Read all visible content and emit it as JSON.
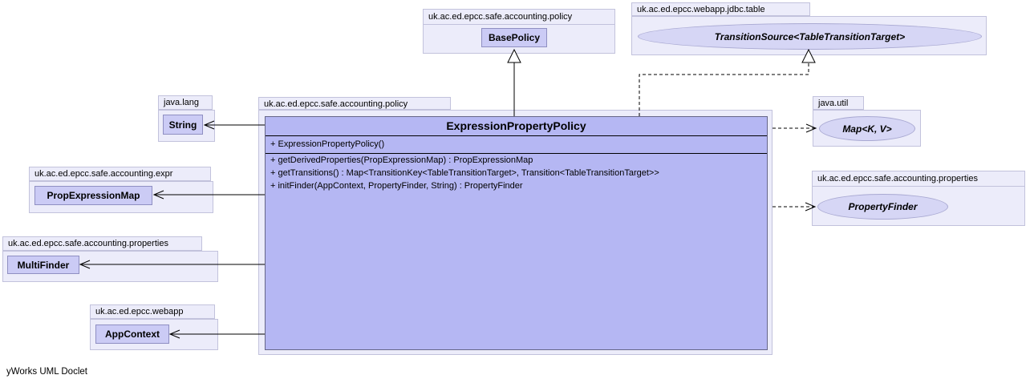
{
  "colors": {
    "pkgFill": "#ECECFA",
    "pkgBorder": "#C2C2DC",
    "clsFill": "#CBCBF5",
    "clsBorder": "#8F8FC2",
    "mainFill": "#B5B7F3",
    "mainBorder": "#666688",
    "ellipseFill": "#D6D6F5",
    "ellipseBorder": "#A9A9D2",
    "line": "#000000"
  },
  "packages": {
    "policyTop": {
      "name": "uk.ac.ed.epcc.safe.accounting.policy",
      "cls": "BasePolicy"
    },
    "jdbcTable": {
      "name": "uk.ac.ed.epcc.webapp.jdbc.table",
      "iface": "TransitionSource<TableTransitionTarget>"
    },
    "javaLang": {
      "name": "java.lang",
      "cls": "String"
    },
    "main": {
      "name": "uk.ac.ed.epcc.safe.accounting.policy",
      "cls": "ExpressionPropertyPolicy",
      "constructors": [
        "+ ExpressionPropertyPolicy()"
      ],
      "methods": [
        "+ getDerivedProperties(PropExpressionMap) : PropExpressionMap",
        "+ getTransitions() : Map<TransitionKey<TableTransitionTarget>, Transition<TableTransitionTarget>>",
        "+ initFinder(AppContext, PropertyFinder, String) : PropertyFinder"
      ]
    },
    "javaUtil": {
      "name": "java.util",
      "iface": "Map<K, V>"
    },
    "expr": {
      "name": "uk.ac.ed.epcc.safe.accounting.expr",
      "cls": "PropExpressionMap"
    },
    "propertiesLeft": {
      "name": "uk.ac.ed.epcc.safe.accounting.properties",
      "cls": "MultiFinder"
    },
    "webapp": {
      "name": "uk.ac.ed.epcc.webapp",
      "cls": "AppContext"
    },
    "propertiesRight": {
      "name": "uk.ac.ed.epcc.safe.accounting.properties",
      "iface": "PropertyFinder"
    }
  },
  "footer": {
    "label": "yWorks UML Doclet"
  }
}
